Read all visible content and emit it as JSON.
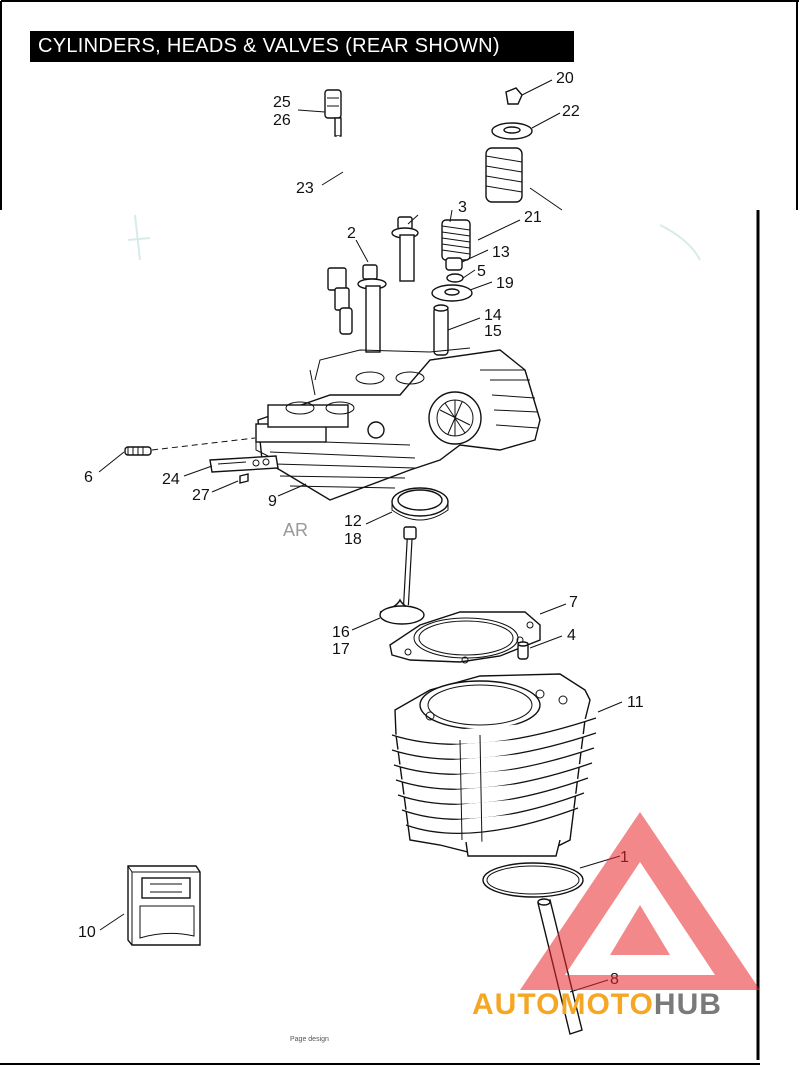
{
  "title": "CYLINDERS, HEADS & VALVES (REAR SHOWN)",
  "orientation_label": "AR",
  "footer_text": "Page design",
  "watermark": {
    "text_a": "AUTOMOTO",
    "text_b": "HUB",
    "color_a": "#f5a623",
    "color_b": "#7a7a7a",
    "triangle_color": "#e8272a"
  },
  "callouts": {
    "c1": "1",
    "c2": "2",
    "c3": "3",
    "c4": "4",
    "c5": "5",
    "c6": "6",
    "c7": "7",
    "c8": "8",
    "c9": "9",
    "c10": "10",
    "c11": "11",
    "c12": "12",
    "c13": "13",
    "c14": "14",
    "c15": "15",
    "c16": "16",
    "c17": "17",
    "c18": "18",
    "c19": "19",
    "c20": "20",
    "c21": "21",
    "c22": "22",
    "c23": "23",
    "c24": "24",
    "c25": "25",
    "c26": "26",
    "c27": "27"
  }
}
